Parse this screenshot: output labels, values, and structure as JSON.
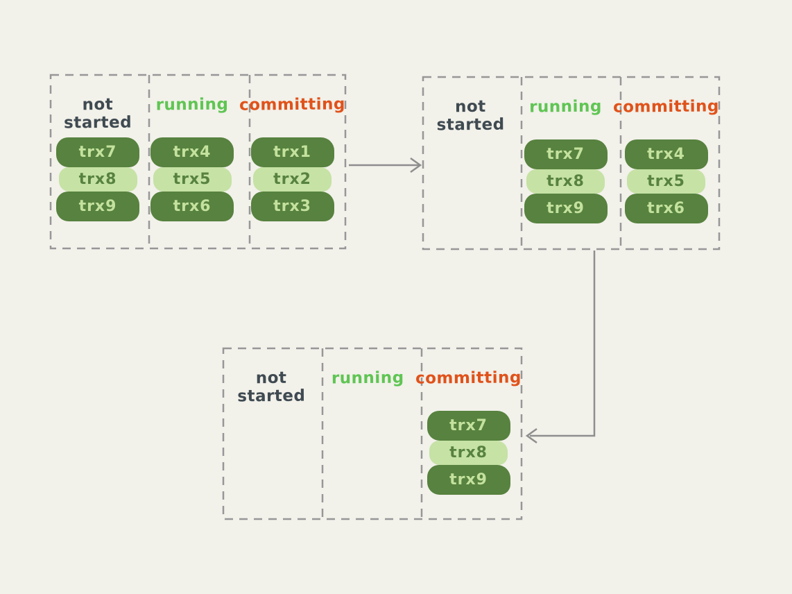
{
  "diagram": {
    "title_hint": "transaction state transition diagram",
    "colors": {
      "background": "#f2f1ea",
      "dashed_border": "#979797",
      "arrow": "#8e8e8e",
      "box_dark_green": "#57823f",
      "box_light_green": "#c6e2a5",
      "text_on_dark": "#c4e19e",
      "text_on_light": "#57823f",
      "header_not_started": "#3f4a51",
      "header_running": "#5fc553",
      "header_committing": "#e0521a"
    },
    "panels": [
      {
        "name": "state-1",
        "columns": [
          {
            "label": "not started",
            "items": [
              {
                "label": "trx7",
                "variant": "dark"
              },
              {
                "label": "trx8",
                "variant": "light"
              },
              {
                "label": "trx9",
                "variant": "dark"
              }
            ]
          },
          {
            "label": "running",
            "items": [
              {
                "label": "trx4",
                "variant": "dark"
              },
              {
                "label": "trx5",
                "variant": "light"
              },
              {
                "label": "trx6",
                "variant": "dark"
              }
            ]
          },
          {
            "label": "committing",
            "items": [
              {
                "label": "trx1",
                "variant": "dark"
              },
              {
                "label": "trx2",
                "variant": "light"
              },
              {
                "label": "trx3",
                "variant": "dark"
              }
            ]
          }
        ]
      },
      {
        "name": "state-2",
        "columns": [
          {
            "label": "not started",
            "items": []
          },
          {
            "label": "running",
            "items": [
              {
                "label": "trx7",
                "variant": "dark"
              },
              {
                "label": "trx8",
                "variant": "light"
              },
              {
                "label": "trx9",
                "variant": "dark"
              }
            ]
          },
          {
            "label": "committing",
            "items": [
              {
                "label": "trx4",
                "variant": "dark"
              },
              {
                "label": "trx5",
                "variant": "light"
              },
              {
                "label": "trx6",
                "variant": "dark"
              }
            ]
          }
        ]
      },
      {
        "name": "state-3",
        "columns": [
          {
            "label": "not started",
            "items": []
          },
          {
            "label": "running",
            "items": []
          },
          {
            "label": "committing",
            "items": [
              {
                "label": "trx7",
                "variant": "dark"
              },
              {
                "label": "trx8",
                "variant": "light"
              },
              {
                "label": "trx9",
                "variant": "dark"
              }
            ]
          }
        ]
      }
    ],
    "arrows": [
      {
        "name": "arrow-state1-to-state2",
        "direction": "right"
      },
      {
        "name": "arrow-state2-to-state3",
        "direction": "down-then-left"
      }
    ]
  }
}
